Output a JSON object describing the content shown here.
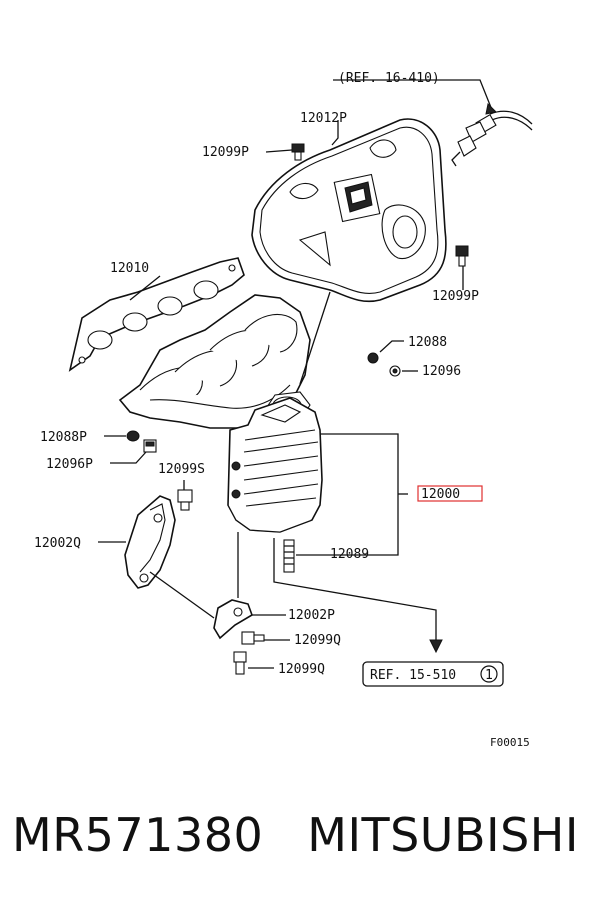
{
  "diagram": {
    "labels": {
      "ref_top": "(REF. 16-410)",
      "p12012P": "12012P",
      "p12099P_top": "12099P",
      "p12099P_right": "12099P",
      "p12010": "12010",
      "p12088": "12088",
      "p12096": "12096",
      "p12088P": "12088P",
      "p12096P": "12096P",
      "p12099S": "12099S",
      "p12000": "12000",
      "p12002Q": "12002Q",
      "p12089": "12089",
      "p12002P": "12002P",
      "p12099Q_a": "12099Q",
      "p12099Q_b": "12099Q",
      "ref_bottom": "REF. 15-510",
      "ref_bottom_num": "1",
      "figure_code": "F00015"
    },
    "highlight_color": "#e03030"
  },
  "caption": {
    "part_number": "MR571380",
    "brand": "MITSUBISHI"
  }
}
